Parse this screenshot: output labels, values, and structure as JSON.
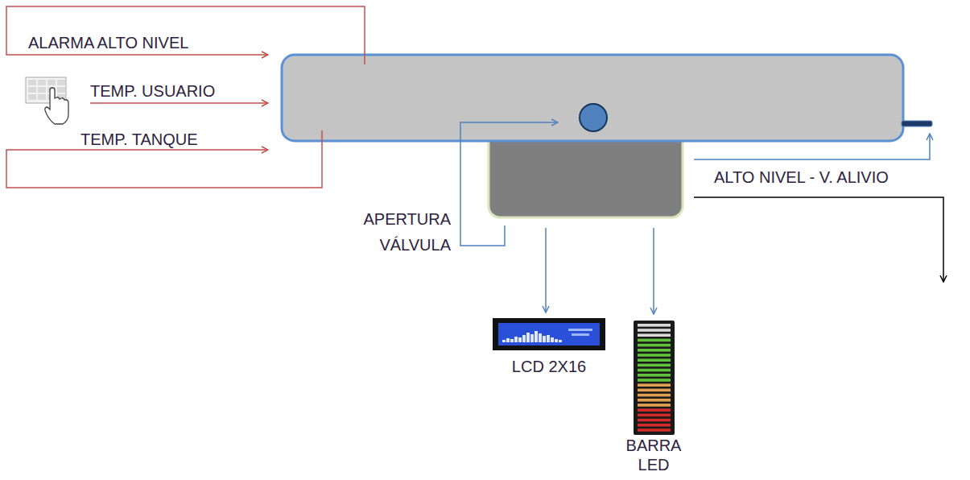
{
  "diagram": {
    "nodes": [
      {
        "text": [
          "LCD 2X16"
        ]
      },
      {
        "text": [
          "BARRA LED"
        ]
      }
    ],
    "labels": [
      "ALARMA ALTO NIVEL",
      "TEMP. USUARIO",
      "TEMP. TANQUE",
      "APERTURA VÁLVULA",
      "ALTO NIVEL - V. ALIVIO"
    ]
  }
}
